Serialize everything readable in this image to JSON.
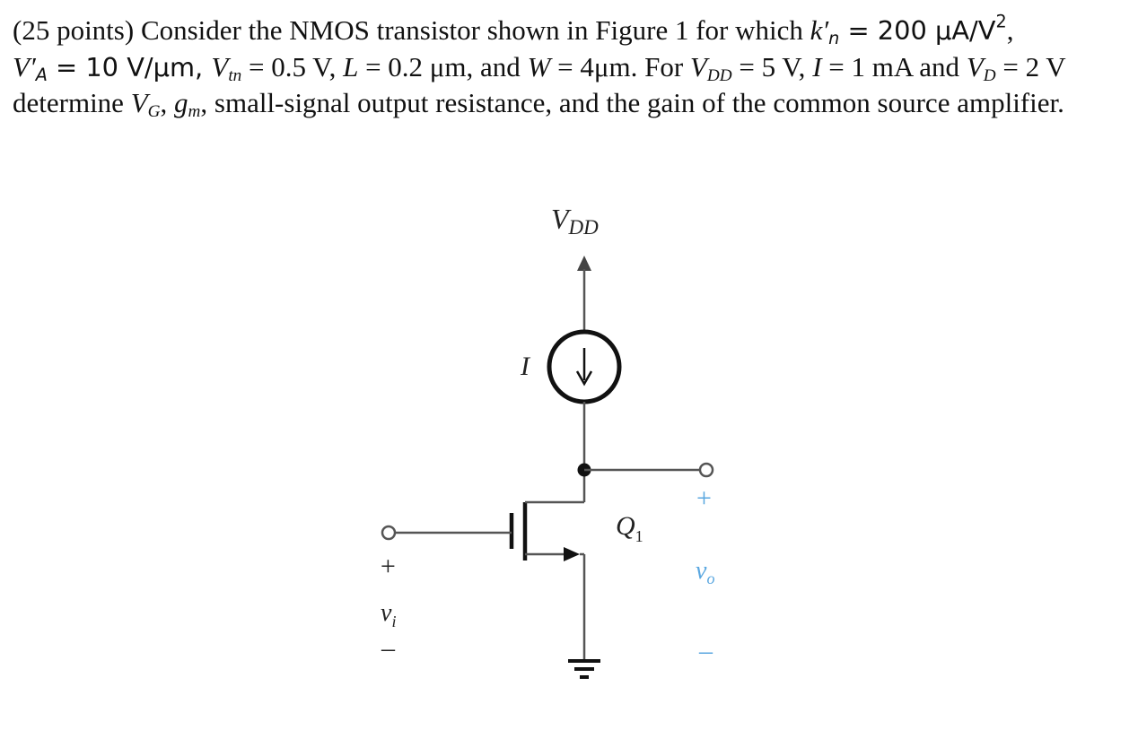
{
  "problem": {
    "points": "(25 points)",
    "t1": " Consider the NMOS transistor shown in Figure 1 for which ",
    "kn_main": "k",
    "kn_sub": "n",
    "kn_val": " = 200 μA/V",
    "kn_exp": "2",
    "kn_comma": ",",
    "va_main": "V",
    "va_sub": "A",
    "va_val": " = 10 V/μm, ",
    "vtn_main": "V",
    "vtn_sub": "tn",
    "vtn_val": " = 0.5 V, ",
    "l_main": "L",
    "l_val": " = 0.2 μm, and ",
    "w_main": "W",
    "w_val": " = 4μm. For ",
    "vdd_main": "V",
    "vdd_sub": "DD",
    "vdd_val": " = 5 V,  ",
    "i_main": "I",
    "i_val": " = 1 mA and ",
    "vd_main": "V",
    "vd_sub": "D",
    "vd_val": " = 2 V determine ",
    "vg_main": "V",
    "vg_sub": "G",
    "sep1": ", ",
    "gm_main": "g",
    "gm_sub": "m",
    "t_end": ", small-signal output resistance, and the gain of the common source amplifier."
  },
  "circuit": {
    "vdd_label": "V",
    "vdd_label_sub": "DD",
    "current_label": "I",
    "transistor_label": "Q",
    "transistor_label_sub": "1",
    "input_plus": "+",
    "input_label": "v",
    "input_label_sub": "i",
    "input_minus": "–",
    "output_plus": "+",
    "output_label": "v",
    "output_label_sub": "o",
    "output_minus": "–",
    "colors": {
      "wire": "#555555",
      "output_accent": "#5aa7e0"
    }
  }
}
